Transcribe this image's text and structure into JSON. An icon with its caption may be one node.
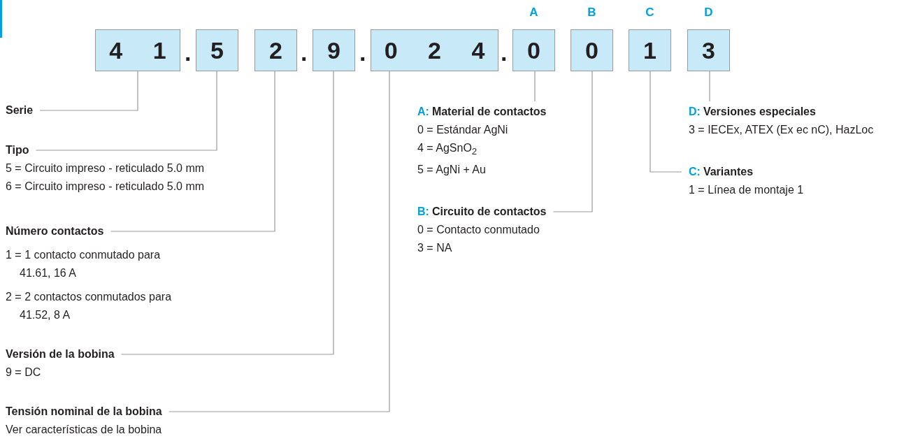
{
  "diagram": {
    "nodes": [
      {
        "text": [
          "4 1"
        ]
      },
      {
        "text": [
          "5"
        ]
      },
      {
        "text": [
          "2"
        ]
      },
      {
        "text": [
          "9"
        ]
      },
      {
        "text": [
          "0 2 4"
        ]
      },
      {
        "text": [
          "0"
        ],
        "beside": [
          "A"
        ]
      },
      {
        "text": [
          "0"
        ],
        "beside": [
          "B"
        ]
      },
      {
        "text": [
          "1"
        ],
        "beside": [
          "C"
        ]
      },
      {
        "text": [
          "3"
        ],
        "beside": [
          "D"
        ]
      },
      {
        "text": [
          "Serie"
        ]
      },
      {
        "text": [
          "Tipo",
          "5 = Circuito impreso - reticulado 5.0 mm",
          "6 = Circuito impreso - reticulado 5.0 mm"
        ]
      },
      {
        "text": [
          "Número contactos",
          "1 = 1 contacto conmutado para 41.61, 16 A",
          "2 = 2 contactos conmutados para 41.52, 8 A"
        ]
      },
      {
        "text": [
          "Versión de la bobina",
          "9 = DC"
        ]
      },
      {
        "text": [
          "Tensión nominal de la bobina",
          "Ver características de la bobina"
        ]
      },
      {
        "text": [
          "A:",
          "Material de contactos",
          "0 = Estándar AgNi",
          "4 = AgSnO$_{2}$",
          "5 = AgNi + Au"
        ]
      },
      {
        "text": [
          "D:",
          "Versiones especiales",
          "3 = IECEx, ATEX (Ex ec nC), HazLoc"
        ]
      },
      {
        "text": [
          "C:",
          "Variantes",
          "1 = Línea de montaje 1"
        ]
      },
      {
        "text": [
          "B:",
          "Circuito de contactos",
          "0 = Contacto conmutado",
          "3 = NA"
        ]
      }
    ],
    "edges": [
      {
        "from": 9,
        "to": 0,
        "arrow": "none"
      },
      {
        "from": 10,
        "to": 1,
        "arrow": "none"
      },
      {
        "from": 11,
        "to": 2,
        "arrow": "none"
      },
      {
        "from": 12,
        "to": 3,
        "arrow": "none"
      },
      {
        "from": 13,
        "to": 4,
        "arrow": "none"
      },
      {
        "from": 14,
        "to": 5,
        "arrow": "none"
      },
      {
        "from": 15,
        "to": 8,
        "arrow": "none"
      },
      {
        "from": 16,
        "to": 7,
        "arrow": "none"
      },
      {
        "from": 17,
        "to": 6,
        "arrow": "none"
      }
    ],
    "labels": [
      ".",
      ".",
      ".",
      "."
    ]
  }
}
